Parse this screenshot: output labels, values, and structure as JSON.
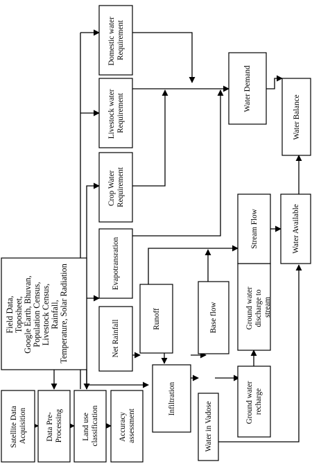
{
  "nodes": {
    "satellite": "Satellite Data Acquisition",
    "preprocessing": "Data Pre-Processing",
    "landuse": "Land use classification",
    "accuracy": "Accuracy assessment",
    "fielddata": "Field Data, Toposheet, Google Earth, Bhuvan, Population Census, Livestock Census, Rainfall, Temperature, Solar Radiation",
    "netrainfall": "Net Rainfall",
    "evapo": "Evapotransration",
    "crop": "Crop Water Requirement",
    "livestock": "Livestock water Requirement",
    "domestic": "Domestic water Requirement",
    "runoff": "Runoff",
    "infiltration": "Infiltration",
    "baseflow": "Base flow",
    "vadose": "Water in Vadose",
    "gwdischarge": "Ground water discharge to stream",
    "gwrecharge": "Ground water recharge",
    "streamflow": "Stream Flow",
    "wateravailable": "Water Available",
    "waterdemand": "Water Demand",
    "waterbalance": "Water Balance"
  }
}
